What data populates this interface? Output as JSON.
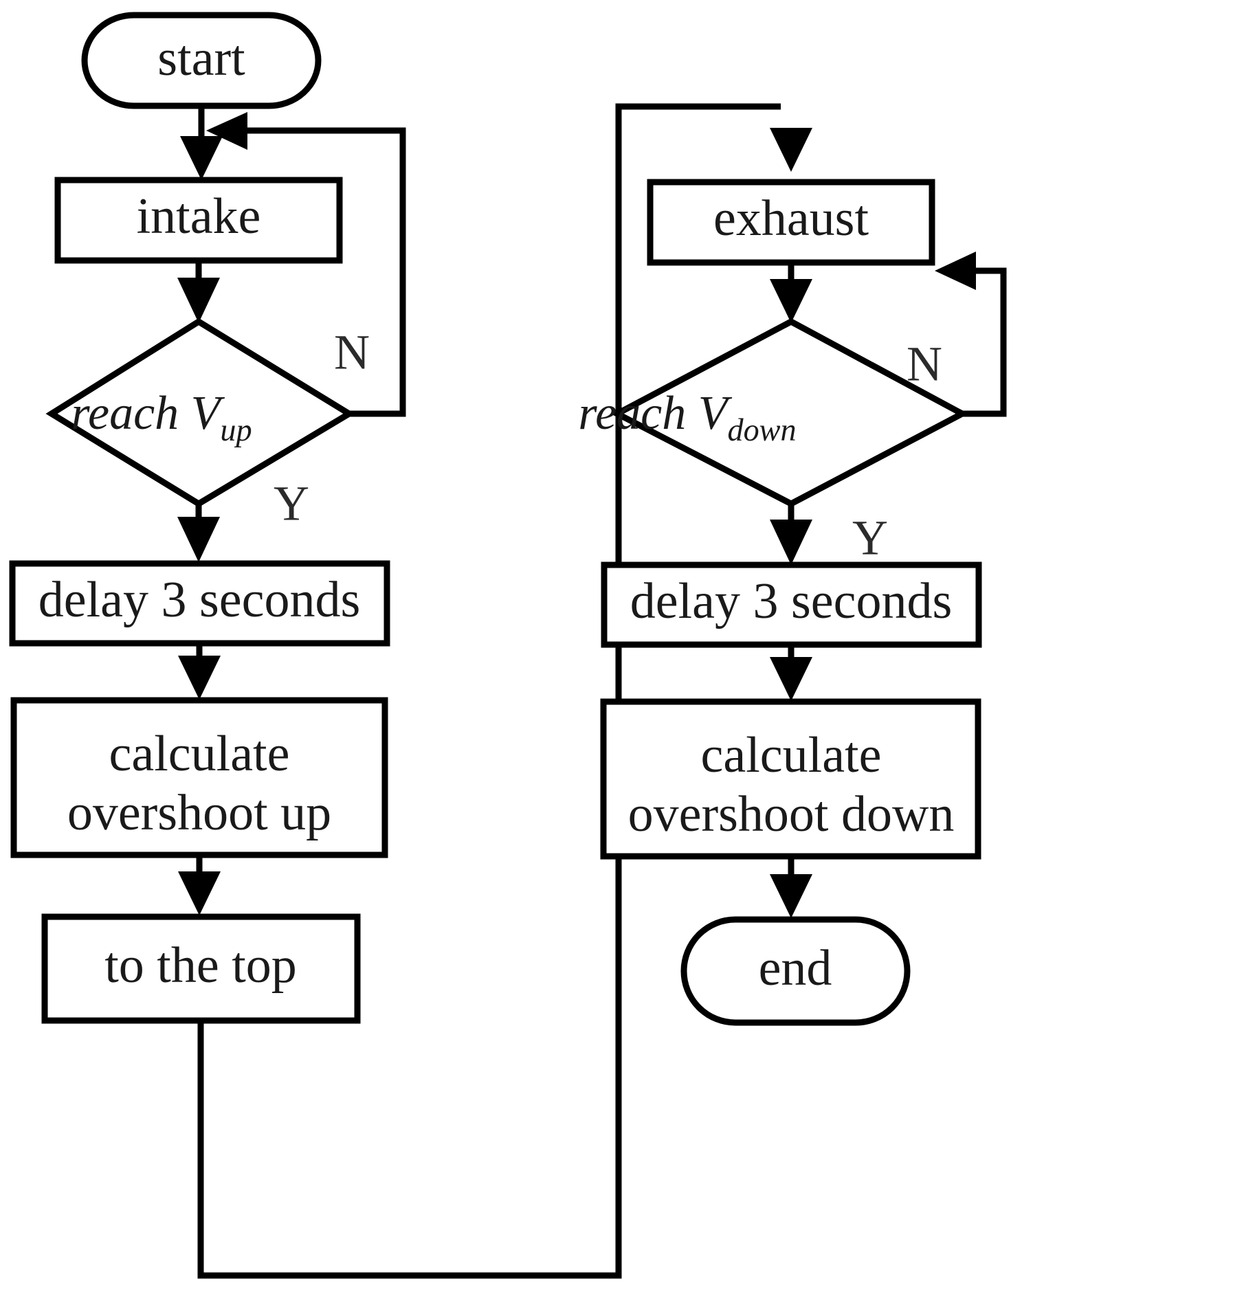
{
  "diagram": {
    "title": "intake and exhaust overshoot measurement flowchart",
    "type": "flowchart",
    "orientation": "two-column",
    "stroke_color": "#000000",
    "fill_color": "#ffffff",
    "text_color": "#1a1a1a"
  },
  "left_branch": {
    "name": "intake branch",
    "start": {
      "label": "start",
      "shape": "terminator"
    },
    "process_intake": {
      "label": "intake",
      "shape": "process"
    },
    "decision_up": {
      "label": "reach V",
      "subscript": "up",
      "full_text": "reach V up",
      "shape": "decision",
      "yes_label": "Y",
      "no_label": "N"
    },
    "delay_up": {
      "label": "delay 3 seconds",
      "shape": "process"
    },
    "calc_up": {
      "line1": "calculate",
      "line2": "overshoot up",
      "shape": "process"
    },
    "to_top": {
      "label": "to the top",
      "shape": "process"
    }
  },
  "right_branch": {
    "name": "exhaust branch",
    "process_exhaust": {
      "label": "exhaust",
      "shape": "process"
    },
    "decision_down": {
      "label": "reach V",
      "subscript": "down",
      "full_text": "reach V down",
      "shape": "decision",
      "yes_label": "Y",
      "no_label": "N"
    },
    "delay_down": {
      "label": "delay 3 seconds",
      "shape": "process"
    },
    "calc_down": {
      "line1": "calculate",
      "line2": "overshoot down",
      "shape": "process"
    },
    "end": {
      "label": "end",
      "shape": "terminator"
    }
  }
}
